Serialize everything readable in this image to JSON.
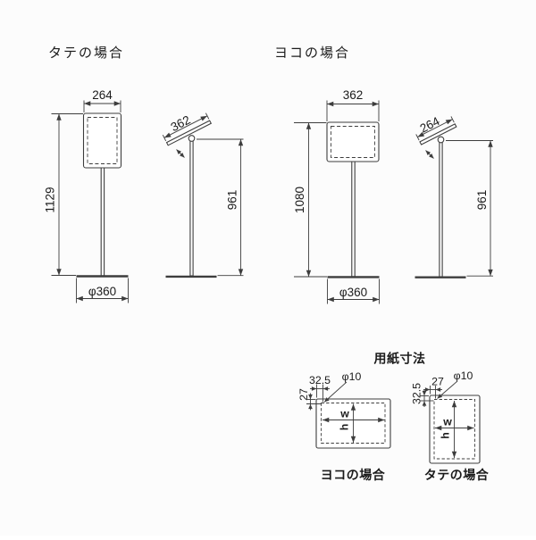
{
  "titles": {
    "tate": "タテの場合",
    "yoko": "ヨコの場合"
  },
  "stands": {
    "tate": {
      "front_width": "264",
      "front_height": "1129",
      "base_dia": "φ360",
      "side_panel": "362",
      "side_height": "961"
    },
    "yoko": {
      "front_width": "362",
      "front_height": "1080",
      "base_dia": "φ360",
      "side_panel": "264",
      "side_height": "961"
    }
  },
  "paper": {
    "title": "用紙寸法",
    "yoko": {
      "offset_x": "32.5",
      "hole_dia": "φ10",
      "offset_y": "27",
      "width_label": "w",
      "height_label": "h",
      "caption": "ヨコの場合"
    },
    "tate": {
      "offset_x": "27",
      "hole_dia": "φ10",
      "offset_y": "32.5",
      "width_label": "w",
      "height_label": "h",
      "caption": "タテの場合"
    }
  },
  "colors": {
    "line": "#3d3d3d",
    "text": "#1b1b1b",
    "background": "#fcfcfc"
  }
}
